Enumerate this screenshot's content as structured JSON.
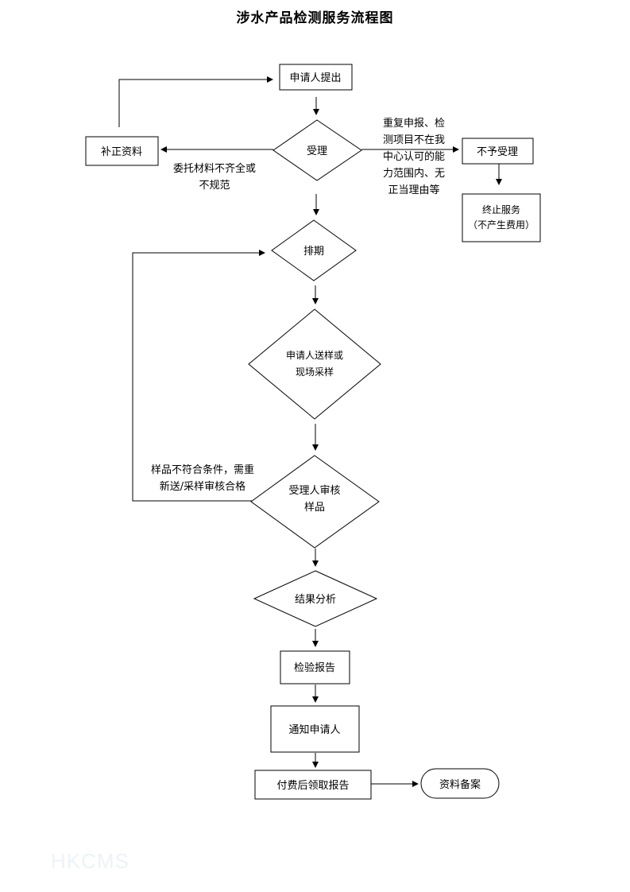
{
  "title": "涉水产品检测服务流程图",
  "nodes": {
    "apply": "申请人提出",
    "accept": "受理",
    "supplement": "补正资料",
    "reject": "不予受理",
    "terminate_1": "终止服务",
    "terminate_2": "（不产生费用）",
    "schedule": "排期",
    "sample_1": "申请人送样或",
    "sample_2": "现场采样",
    "review_1": "受理人审核",
    "review_2": "样品",
    "analysis": "结果分析",
    "report": "检验报告",
    "notify": "通知申请人",
    "pay": "付费后领取报告",
    "archive": "资料备案"
  },
  "notes": {
    "incomplete_1": "委托材料不齐全或",
    "incomplete_2": "不规范",
    "reject_1": "重复申报、检",
    "reject_2": "测项目不在我",
    "reject_3": "中心认可的能",
    "reject_4": "力范围内、无",
    "reject_5": "正当理由等",
    "resample_1": "样品不符合条件，需重",
    "resample_2": "新送/采样审核合格"
  },
  "watermark": "HKCMS"
}
